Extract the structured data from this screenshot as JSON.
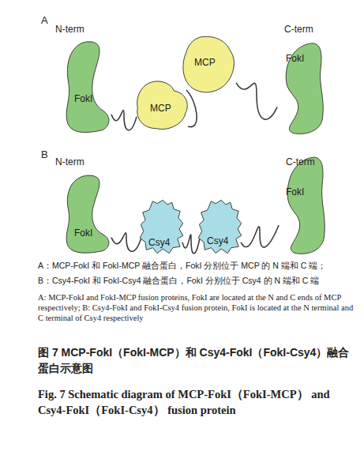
{
  "diagram": {
    "caption": "图 7 MCP-FokI（FokI-MCP）和 Csy4-FokI（FokI-Csy4）融合蛋白示意图",
    "nodes": [
      {
        "text": [
          "FokI"
        ]
      },
      {
        "text": [
          "MCP"
        ]
      },
      {
        "text": [
          "MCP"
        ]
      },
      {
        "text": [
          "FokI"
        ]
      },
      {
        "text": [
          "FokI"
        ]
      },
      {
        "text": [
          "Csy4"
        ]
      },
      {
        "text": [
          "Csy4"
        ]
      },
      {
        "text": [
          "FokI"
        ]
      }
    ],
    "edges": [
      {
        "from": 0,
        "to": 1,
        "arrow": "none"
      },
      {
        "from": 1,
        "to": 2,
        "arrow": "none"
      },
      {
        "from": 2,
        "to": 3,
        "arrow": "none"
      },
      {
        "from": 4,
        "to": 5,
        "arrow": "none"
      },
      {
        "from": 5,
        "to": 6,
        "arrow": "none"
      },
      {
        "from": 6,
        "to": 7,
        "arrow": "none"
      }
    ],
    "labels": [
      "A",
      "N-term",
      "C-term",
      "B",
      "N-term",
      "C-term",
      "A：MCP-FokI 和 FokI-MCP 融合蛋白，FokI 分别位于 MCP 的 N 端和 C 端；",
      "B：Csy4-FokI 和 FokI-Csy4 融合蛋白，FokI 分别位于 Csy4 的 N 端和 C 端",
      "A: MCP-FokI and FokI-MCP fusion proteins, FokI are located at the N and C ends of MCP respectively; B: Csy4-FokI and FokI-Csy4 fusion protein, FokI is located at the N terminal and C terminal of Csy4 respectively",
      "Fig. 7 Schematic diagram of MCP-FokI（FokI-MCP） and Csy4-FokI（FokI-Csy4） fusion protein"
    ]
  }
}
